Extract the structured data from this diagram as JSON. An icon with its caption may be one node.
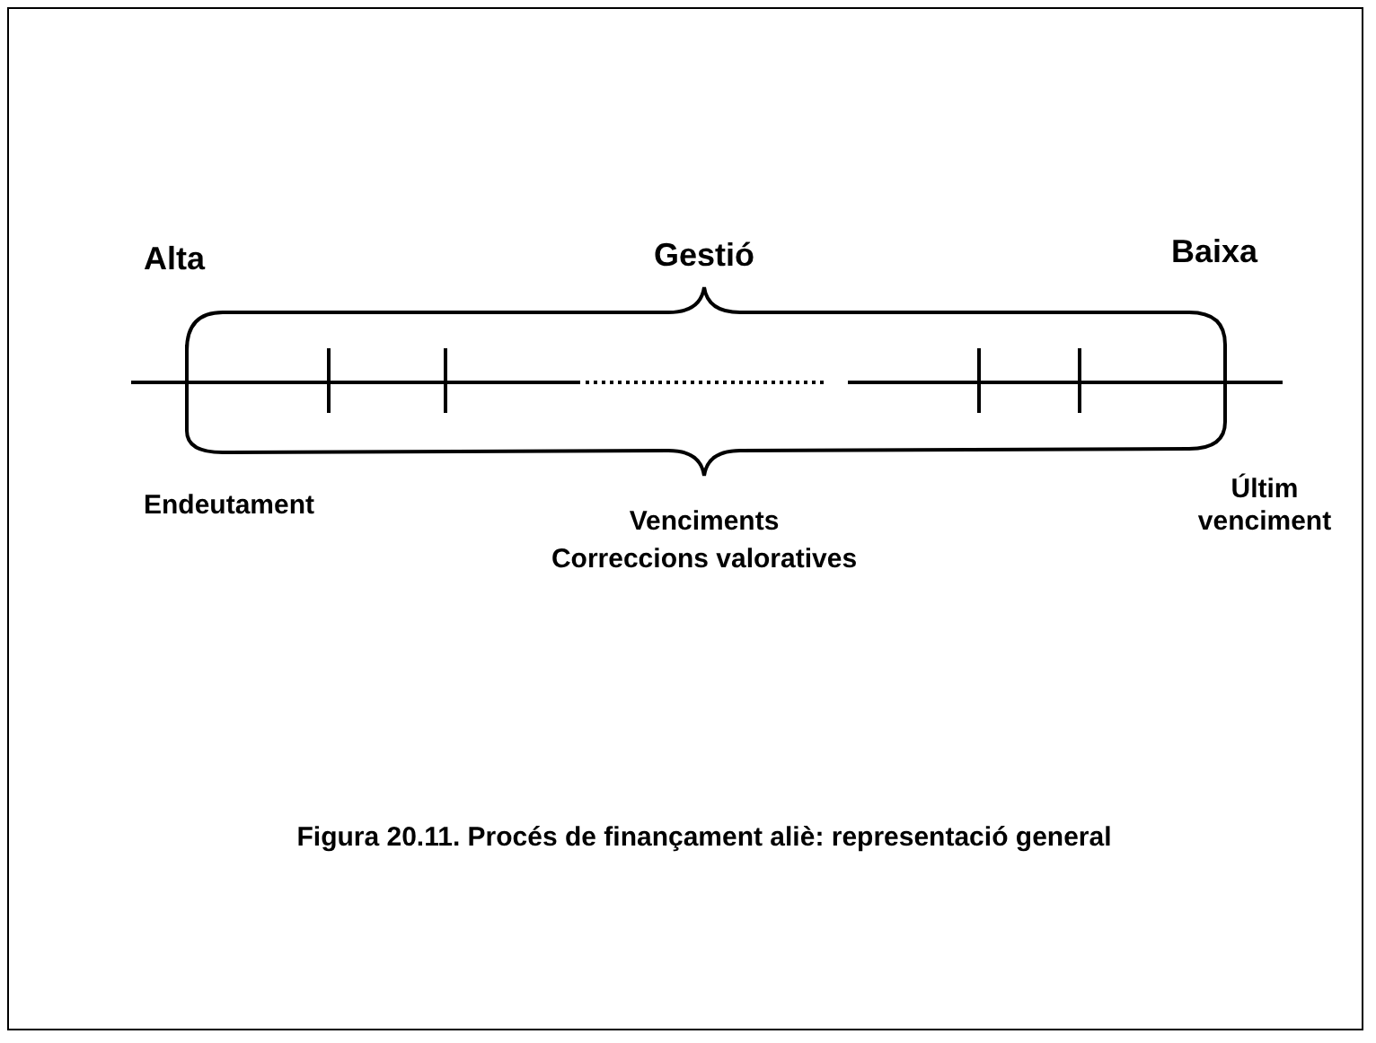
{
  "diagram": {
    "caption": "Figura 20.11. Procés de finançament aliè: representació general",
    "labels": [
      "Alta",
      "Gestió",
      "Baixa",
      "Endeutament",
      "Venciments",
      "Correccions valoratives",
      "Últim venciment"
    ]
  }
}
